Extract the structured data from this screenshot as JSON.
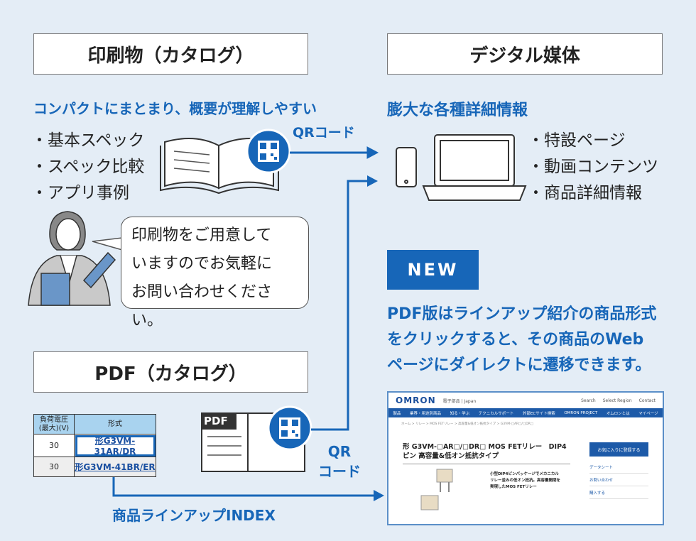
{
  "print": {
    "title": "印刷物（カタログ）",
    "subtitle": "コンパクトにまとまり、概要が理解しやすい",
    "bullets": [
      "・基本スペック",
      "・スペック比較",
      "・アプリ事例"
    ],
    "speech": [
      "印刷物をご用意して",
      "いますのでお気軽に",
      "お問い合わせください。"
    ]
  },
  "digital": {
    "title": "デジタル媒体",
    "subtitle": "膨大な各種詳細情報",
    "bullets": [
      "・特設ページ",
      "・動画コンテンツ",
      "・商品詳細情報"
    ]
  },
  "qr_label_top": "QRコード",
  "qr_label_bottom": [
    "QR",
    "コード"
  ],
  "new_badge": "NEW",
  "new_text": [
    "PDF版はラインアップ紹介の商品形式",
    "をクリックすると、その商品のWeb",
    "ページにダイレクトに遷移できます。"
  ],
  "pdf": {
    "title": "PDF（カタログ）",
    "icon_label": "PDF",
    "table": {
      "headers": [
        "負荷電圧\n(最大)(V)",
        "形式"
      ],
      "rows": [
        [
          "30",
          "形G3VM-31AR/DR"
        ],
        [
          "30",
          "形G3VM-41BR/ER"
        ]
      ]
    }
  },
  "index_label": "商品ラインアップINDEX",
  "website": {
    "logo": "OMRON",
    "site": "電子部品 | Japan",
    "top_links": [
      "Search",
      "Select Region",
      "Contact"
    ],
    "nav": [
      "製品",
      "業界・用途別商品",
      "知る・学ぶ",
      "テクニカルサポート",
      "外部ECサイト検索",
      "OMRON PROJECT",
      "オムロンとは",
      "マイページ"
    ],
    "breadcrumb": "ホーム > リレー > MOS FETリレー > 高容量&低オン抵抗タイプ > G3VM-□AR□/□DR□",
    "product_title": "形 G3VM-□AR□/□DR□ MOS FETリレー　DIP4ピン 高容量&低オン抵抗タイプ",
    "favorite_button": "お気に入りに登録する",
    "description": "小型DIP4ピンパッケージでメカニカルリレー並みの低オン抵抗。高容量開閉を実現したMOS FETリレー",
    "side_links": [
      "データシート",
      "お問い合わせ",
      "購入する"
    ]
  },
  "colors": {
    "accent": "#1766b8",
    "background": "#e4edf6"
  }
}
